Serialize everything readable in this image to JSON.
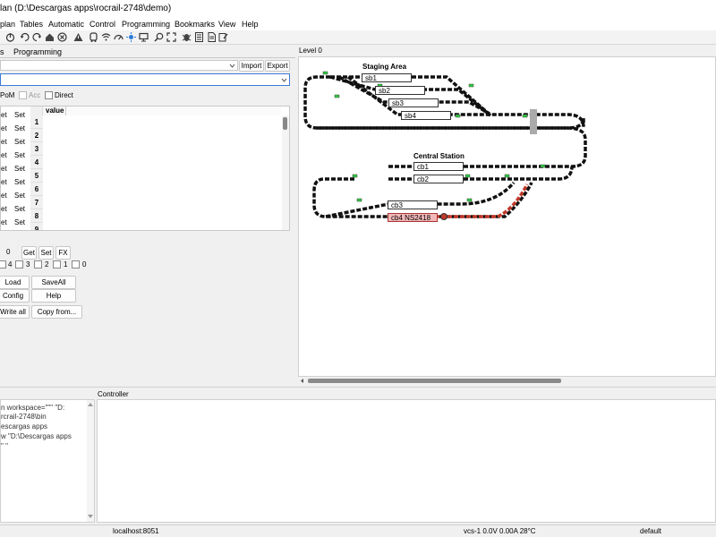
{
  "window": {
    "title": "lan (D:\\Descargas apps\\rocrail-2748\\demo)"
  },
  "menu": [
    "plan",
    "Tables",
    "Automatic",
    "Control",
    "Programming",
    "Bookmarks",
    "View",
    "Help"
  ],
  "toolbar_icons": [
    "power-icon",
    "cycle-icon",
    "cycle2-icon",
    "house-icon",
    "stop-circle-icon",
    "warning-icon",
    "train-icon",
    "wifi-icon",
    "gauge-icon",
    "light-icon",
    "monitor-icon",
    "zoom-icon",
    "fullscreen-icon",
    "bug-icon",
    "list-icon",
    "document-icon",
    "edit-icon"
  ],
  "left_panel": {
    "tabs": [
      "s",
      "Programming"
    ],
    "import_label": "Import",
    "export_label": "Export",
    "pom_label": "PoM",
    "acc_label": "Acc",
    "direct_label": "Direct",
    "get_label": "et",
    "set_label": "Set",
    "value_header": "value",
    "rows": [
      "1",
      "2",
      "3",
      "4",
      "5",
      "6",
      "7",
      "8",
      "9"
    ],
    "cv_value": "0",
    "get_btn": "Get",
    "set_btn": "Set",
    "fx_btn": "FX",
    "bits": [
      "4",
      "3",
      "2",
      "1",
      "0"
    ],
    "load_btn": "Load",
    "saveall_btn": "SaveAll",
    "config_btn": "Config",
    "help_btn": "Help",
    "writeall_btn": "Write all",
    "copyfrom_btn": "Copy from..."
  },
  "plan": {
    "tab_label": "Level 0",
    "staging_title": "Staging Area",
    "central_title": "Central Station",
    "blocks": {
      "sb1": "sb1",
      "sb2": "sb2",
      "sb3": "sb3",
      "sb4": "sb4",
      "cb1": "cb1",
      "cb2": "cb2",
      "cb3": "cb3",
      "cb4": "cb4 NS2418"
    },
    "colors": {
      "track": "#1a1a1a",
      "occupied": "#c0392b",
      "signal_green": "#2ecc40",
      "block_occupied_bg": "#f2b8b8"
    }
  },
  "bottom": {
    "controller_label": "Controller",
    "console_lines": [
      "n workspace=\"\"\" \"D:",
      "rcrail-2748\\bin",
      "escargas apps",
      "w \"D:\\Descargas apps",
      "\" \""
    ]
  },
  "status": {
    "host": "localhost:8051",
    "power": "vcs-1 0.0V 0.00A 28°C",
    "profile": "default"
  }
}
